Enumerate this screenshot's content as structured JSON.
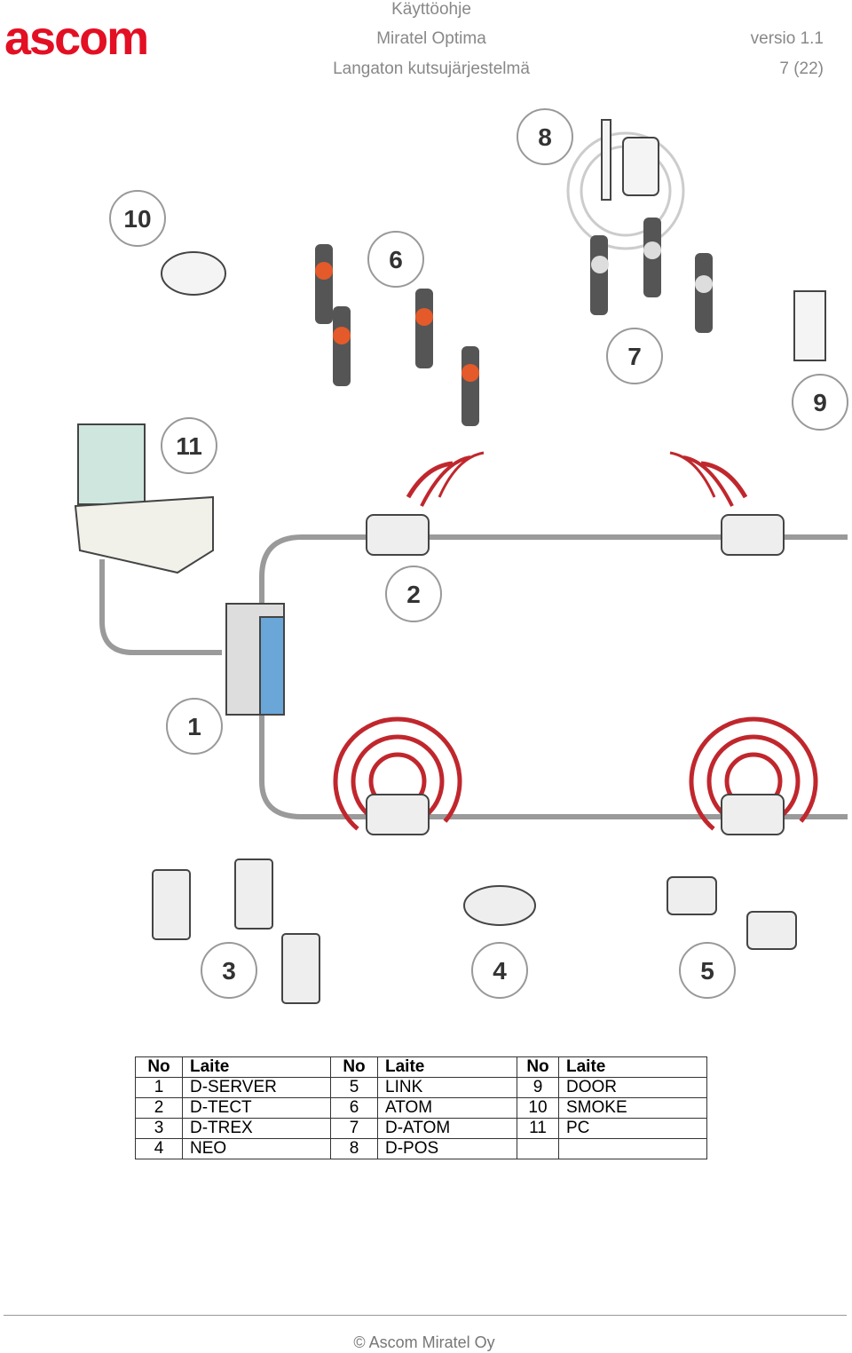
{
  "header": {
    "logo": "ascom",
    "doc_type": "Käyttöohje",
    "product": "Miratel Optima",
    "subtitle": "Langaton kutsujärjestelmä",
    "version": "versio 1.1",
    "page": "7 (22)"
  },
  "diagram": {
    "callouts": [
      "1",
      "2",
      "3",
      "4",
      "5",
      "6",
      "7",
      "8",
      "9",
      "10",
      "11"
    ]
  },
  "table": {
    "headers": [
      "No",
      "Laite",
      "No",
      "Laite",
      "No",
      "Laite"
    ],
    "rows": [
      [
        "1",
        "D-SERVER",
        "5",
        "LINK",
        "9",
        "DOOR"
      ],
      [
        "2",
        "D-TECT",
        "6",
        "ATOM",
        "10",
        "SMOKE"
      ],
      [
        "3",
        "D-TREX",
        "7",
        "D-ATOM",
        "11",
        "PC"
      ],
      [
        "4",
        "NEO",
        "8",
        "D-POS",
        "",
        ""
      ]
    ]
  },
  "footer": "© Ascom Miratel Oy",
  "colors": {
    "brand": "#e30f23",
    "wave": "#c0272d",
    "cable": "#9a9a9a"
  }
}
